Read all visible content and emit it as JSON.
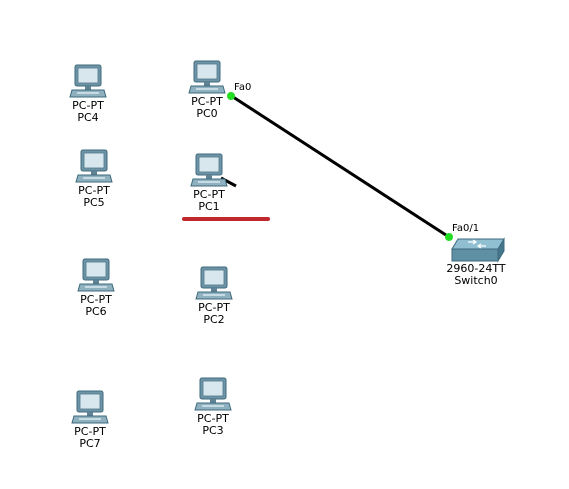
{
  "colors": {
    "link": "#000000",
    "port_up": "#22dd22",
    "monitor_frame": "#6f94a6",
    "monitor_screen": "#d8e6ee",
    "switch_body": "#5f8fa3",
    "annotation": "#c0282d"
  },
  "devices": [
    {
      "id": "pc4",
      "model": "PC-PT",
      "name": "PC4",
      "icon": "pc-icon"
    },
    {
      "id": "pc0",
      "model": "PC-PT",
      "name": "PC0",
      "icon": "pc-icon"
    },
    {
      "id": "pc5",
      "model": "PC-PT",
      "name": "PC5",
      "icon": "pc-icon"
    },
    {
      "id": "pc1",
      "model": "PC-PT",
      "name": "PC1",
      "icon": "pc-icon"
    },
    {
      "id": "pc6",
      "model": "PC-PT",
      "name": "PC6",
      "icon": "pc-icon"
    },
    {
      "id": "pc2",
      "model": "PC-PT",
      "name": "PC2",
      "icon": "pc-icon"
    },
    {
      "id": "pc7",
      "model": "PC-PT",
      "name": "PC7",
      "icon": "pc-icon"
    },
    {
      "id": "pc3",
      "model": "PC-PT",
      "name": "PC3",
      "icon": "pc-icon"
    },
    {
      "id": "switch0",
      "model": "2960-24TT",
      "name": "Switch0",
      "icon": "switch-icon"
    }
  ],
  "links": [
    {
      "from": "PC0",
      "from_port": "Fa0",
      "to": "Switch0",
      "to_port": "Fa0/1",
      "status": "up"
    }
  ]
}
